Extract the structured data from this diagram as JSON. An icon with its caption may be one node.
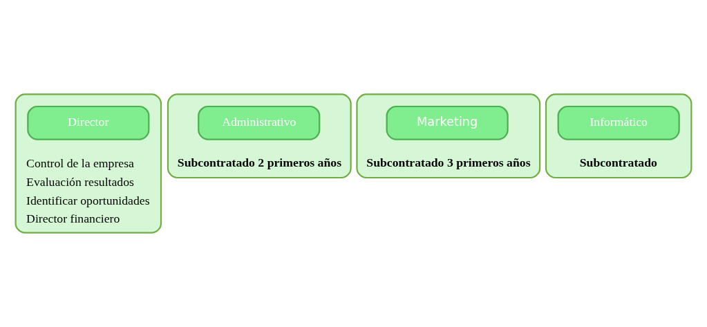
{
  "diagram": {
    "nodes": [
      {
        "text": [
          "Control de la empresa",
          "Evaluación resultados",
          "Identificar oportunidades",
          "Director financiero"
        ]
      },
      {
        "text": [
          "Director"
        ],
        "in": 0
      },
      {
        "text": [
          "Subcontratado 2 primeros años"
        ]
      },
      {
        "text": [
          "Administrativo"
        ],
        "in": 2
      },
      {
        "text": [
          "Subcontratado 3 primeros años"
        ]
      },
      {
        "text": [
          "Marketing"
        ],
        "in": 4
      },
      {
        "text": [
          "Subcontratado"
        ]
      },
      {
        "text": [
          "Informático"
        ],
        "in": 6
      }
    ]
  }
}
